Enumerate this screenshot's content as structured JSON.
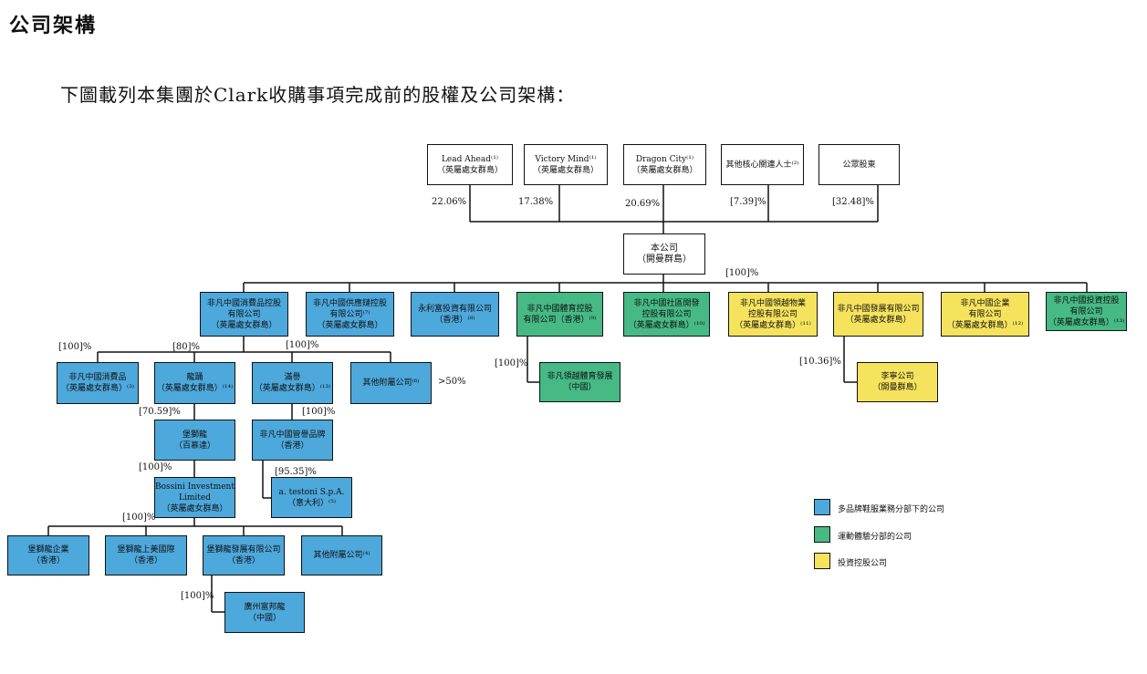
{
  "header": {
    "title": "公司架構"
  },
  "intro": "下圖載列本集團於Clark收購事項完成前的股權及公司架構：",
  "shareholders": [
    {
      "line1": "Lead Ahead⁽¹⁾",
      "line2": "（英屬處女群島）",
      "pct": "22.06%"
    },
    {
      "line1": "Victory Mind⁽¹⁾",
      "line2": "（英屬處女群島）",
      "pct": "17.38%"
    },
    {
      "line1": "Dragon City⁽¹⁾",
      "line2": "（英屬處女群島）",
      "pct": "20.69%"
    },
    {
      "line1": "其他核心關連人士⁽²⁾",
      "pct": "[7.39]%"
    },
    {
      "line1": "公眾股東",
      "pct": "[32.48]%"
    }
  ],
  "company": {
    "line1": "本公司",
    "line2": "（開曼群島）",
    "pct_down": "[100]%"
  },
  "level1": [
    {
      "line1": "非凡中國消費品控股",
      "line2": "有限公司",
      "line3": "（英屬處女群島）"
    },
    {
      "line1": "非凡中國供應鏈控股",
      "line2": "有限公司⁽⁷⁾",
      "line3": "（英屬處女群島）"
    },
    {
      "line1": "永利富投資有限公司",
      "line2": "（香港）⁽⁸⁾"
    },
    {
      "line1": "非凡中國體育控股",
      "line2": "有限公司（香港）⁽⁹⁾"
    },
    {
      "line1": "非凡中國社區開發",
      "line2": "控股有限公司",
      "line3": "（英屬處女群島）⁽¹⁰⁾"
    },
    {
      "line1": "非凡中國領越物業",
      "line2": "控股有限公司",
      "line3": "（英屬處女群島）⁽¹¹⁾"
    },
    {
      "line1": "非凡中國發展有限公司",
      "line2": "（英屬處女群島）"
    },
    {
      "line1": "非凡中國企業",
      "line2": "有限公司",
      "line3": "（英屬處女群島）⁽¹²⁾"
    },
    {
      "line1": "非凡中國投資控股",
      "line2": "有限公司",
      "line3": "（英屬處女群島）⁽¹³⁾"
    }
  ],
  "level2": [
    {
      "line1": "非凡中國消費品",
      "line2": "（英屬處女群島）⁽³⁾"
    },
    {
      "line1": "龍踊",
      "line2": "（英屬處女群島）⁽¹⁴⁾"
    },
    {
      "line1": "滿譽",
      "line2": "（英屬處女群島）⁽¹³⁾"
    },
    {
      "line1": "其他附屬公司⁽⁶⁾"
    }
  ],
  "level2_pcts": {
    "p1": "[100]%",
    "p2": "[80]%",
    "p3": "[100]%",
    "gt50": ">50%"
  },
  "bossini": {
    "line1": "堡獅龍",
    "line2": "（百慕達）",
    "pct_in": "[70.59]%"
  },
  "fanfan": {
    "line1": "非凡中國管譽品牌",
    "line2": "（香港）",
    "pct_in": "[100]%"
  },
  "bil": {
    "line1": "Bossini Investment",
    "line2": "Limited",
    "line3": "（英屬處女群島）",
    "pct_in": "[100]%"
  },
  "testoni": {
    "line1": "a. testoni S.p.A.",
    "line2": "（意大利）⁽⁵⁾",
    "pct_in": "[95.35]%"
  },
  "level4": [
    {
      "line1": "堡獅龍企業",
      "line2": "（香港）"
    },
    {
      "line1": "堡獅龍上美國際",
      "line2": "（香港）"
    },
    {
      "line1": "堡獅龍發展有限公司",
      "line2": "（香港）"
    },
    {
      "line1": "其他附屬公司⁽⁴⁾"
    }
  ],
  "level4_pct": "[100]%",
  "guangzhou": {
    "line1": "廣州富邦龍",
    "line2": "（中國）",
    "pct_in": "[100]%"
  },
  "sports_sub": {
    "line1": "非凡領越體育發展",
    "line2": "（中國）",
    "pct_in": "[100]%"
  },
  "lishi": {
    "line1": "李寧公司",
    "line2": "（開曼群島）",
    "pct_in": "[10.36]%"
  },
  "legend": [
    {
      "label": "多品牌鞋服業務分部下的公司",
      "color": "#4da8dc"
    },
    {
      "label": "運動體驗分部的公司",
      "color": "#46b985"
    },
    {
      "label": "投資控股公司",
      "color": "#f6e35d"
    }
  ]
}
